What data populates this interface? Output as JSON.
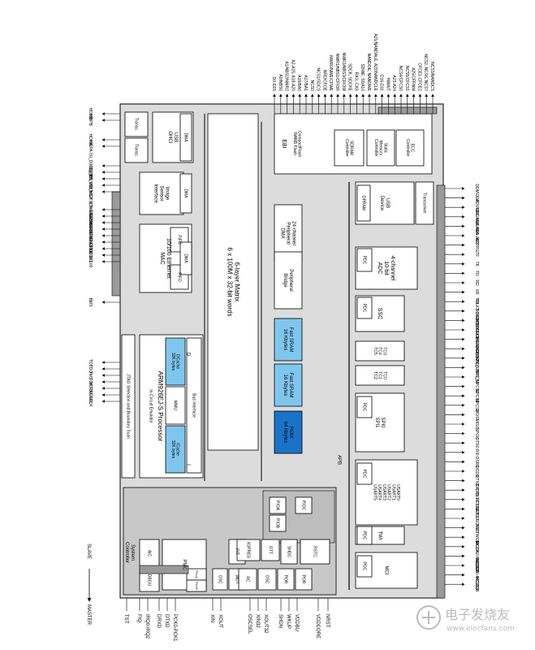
{
  "diagram": {
    "blocks": {
      "usb_ohci": "USB\nOHCI",
      "transc_top1": "Transc.",
      "transc_top2": "Transc.",
      "dma": "DMA",
      "image_sensor": "Image\nSensor\nInterface",
      "ethernet": "10/100 Ethernet\nMAC",
      "fifo": "FIFO",
      "ebi": "EBI",
      "ebi_sub": "CompactFlash\nNAND Flash",
      "sdram_ctrl": "SDRAM\nController",
      "static_mem": "Static\nMemory\nController",
      "ecc_ctrl": "ECC\nController",
      "matrix": "6-layer Matrix\n6 x 100M x 32-bit words",
      "periph_dma": "24-channel\nPeripheral\nDMA",
      "periph_bridge": "Peripheral\nBridge",
      "fast_sram1": "Fast SRAM\n16 Kbytes",
      "fast_sram2": "Fast SRAM\n16 Kbytes",
      "rom": "ROM\n64 Kbytes",
      "usb_device": "USB\nDevice",
      "dpram": "DPRAM",
      "transceiver": "Transceiver",
      "adc": "4-channel\n10-bit\nADC",
      "pdc": "PDC",
      "ssc": "SSC",
      "tc345": "TC3\nTC4\nTC5",
      "tc012": "TC0\nTC1\nTC2",
      "spi": "SPI0\nSPI1",
      "usart": "USART0\nUSART1\nUSART2\nUSART3\nUSART4\nUSART5",
      "twi": "TWI",
      "mci": "MCI",
      "arm_proc": "ARM926EJ-S Processor",
      "ice": "In-Circuit Emulator",
      "icache": "ICache\n32K bytes",
      "dcache": "DCache\n32K bytes",
      "mmu": "MMU",
      "bus_if": "Bus Interface",
      "jtag": "JTAG Selection and Boundary Scan",
      "system_controller": "System\nController",
      "aic": "AIC",
      "dbgu": "DBGU",
      "pmc": "PMC",
      "plla": "PLLA",
      "pllb": "PLLB",
      "osc": "OSC",
      "pit": "PIT",
      "wdt": "WDT",
      "gpreg": "4GPREG",
      "rtt": "RTT",
      "shdc": "SHDC",
      "rc": "RC",
      "osc2": "OSC",
      "por1": "POR",
      "por2": "POR",
      "rstc": "RSTC",
      "pioa": "PIOA",
      "piob": "PIOB",
      "pioc": "PIOC",
      "apb": "APB",
      "i_label": "I",
      "d_label": "D"
    },
    "signals_top": [
      "D0-D15",
      "A0/NBS0",
      "A1/NBS2/NWR2",
      "A2-A15, A18-A20",
      "A16/BA0",
      "A17/BA1",
      "NCS0",
      "NCS1/SDCS",
      "NRD/CFOE",
      "NWR0/NWE/CFWE",
      "NWR1/NBS1/CFIOR",
      "NWR3/NBS3/CFIOW",
      "SDCK, SDCKE",
      "RAS, CAS",
      "SDWE, SDA10",
      "NANDOE, NANDWE",
      "A21/NANDALE, A22/NANDCLE",
      "D16-D31",
      "NWAIT",
      "A23-A24",
      "NCS4/CFCS0",
      "NCS5/CFCS1",
      "A25/CFRNW",
      "CFCE1-CFCE2",
      "NCS2, NCS6, NCS7",
      "NCS3/NANDCS"
    ],
    "signals_left": [
      "HDMB",
      "HDPB",
      "HDMA",
      "HDPA",
      "ISI_D0-ISI_D7",
      "ISI_PCK",
      "ISI_HSYNC",
      "ISI_VSYNC",
      "ISI_MCK",
      "ETXCK-ERXCK",
      "ETXEN-ETXER",
      "ECRS-ECOL",
      "ERXER-ERXDV",
      "ERX0-ERX3",
      "ETX0-ETX3",
      "EMDC",
      "EMDIO",
      "EF100",
      "BMS",
      "TDI",
      "TDO",
      "TMS",
      "TCK",
      "NTRST",
      "JTAGSEL",
      "RTCK"
    ],
    "signals_right": [
      "DDM",
      "DDP",
      "ADVREF",
      "GNDANA",
      "VDDANA",
      "AD0-AD3",
      "ADTRG",
      "TF",
      "TK",
      "TD",
      "RD",
      "RF",
      "RK",
      "TCLK3-TCLK5",
      "TIOA3-TIOA5",
      "TIOB3-TIOB5",
      "TCLK0-TCLK2",
      "TIOA0-TIOA2",
      "TIOB0-TIOB2",
      "SPI0_, SPI1_",
      "NPCS3",
      "NPCS2",
      "NPCS1",
      "NPCS0",
      "MOSI",
      "MISO",
      "SPCK",
      "DTR0",
      "RI0",
      "DSR0",
      "DCD0",
      "DTXD",
      "DRXD",
      "CTS0-CTS3",
      "RTS0-RTS3",
      "SCK0-SCK3",
      "TWD",
      "TWCK",
      "MCCK",
      "MCDA0-MCDA3",
      "MCCDA",
      "MCDB0-MCDB3",
      "MCCDB"
    ],
    "signals_bottom": [
      "TST",
      "FIQ",
      "IRQ0-IRQ2",
      "DRXD",
      "DTXD",
      "PCK0-PCK1",
      "XIN",
      "XOUT",
      "OSCSEL",
      "XIN32",
      "XOUT32",
      "SHDN",
      "WKUP",
      "VDDBU",
      "VDDCORE",
      "NRST"
    ],
    "legend": {
      "master": "MASTER",
      "slave": "SLAVE"
    },
    "watermark": "电子发烧友",
    "watermark_url": "www.elecfans.com"
  },
  "colors": {
    "board_bg": "#dcdcdc",
    "highlight_light": "#7fc6ee",
    "highlight_dark": "#1a73c9",
    "bus_gray": "#9a9a9a"
  }
}
